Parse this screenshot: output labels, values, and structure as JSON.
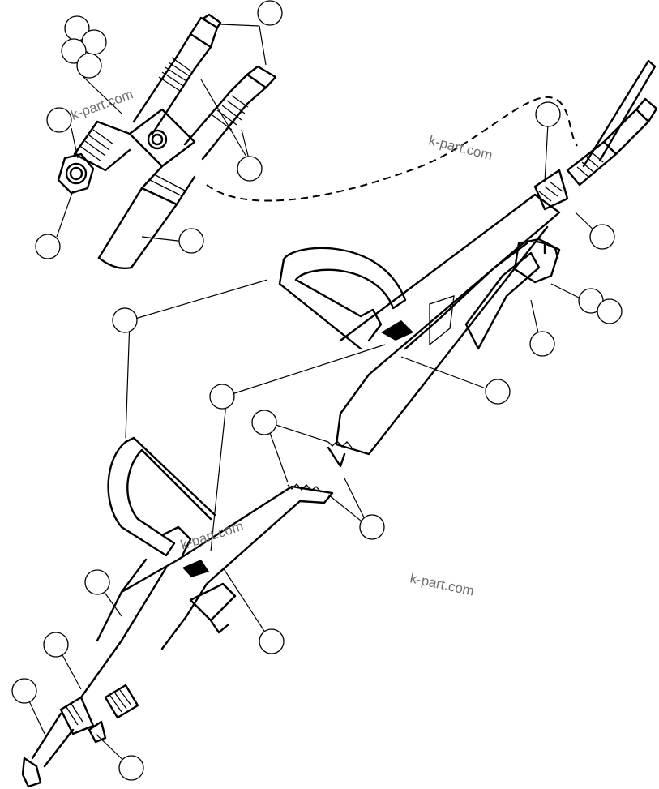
{
  "watermarks": [
    "k-part.com",
    "k-part.com",
    "k-part.com",
    "k-part.com"
  ],
  "figure": {
    "subject": "hydraulic boom cylinder lines with fittings",
    "callout_count": 24
  }
}
